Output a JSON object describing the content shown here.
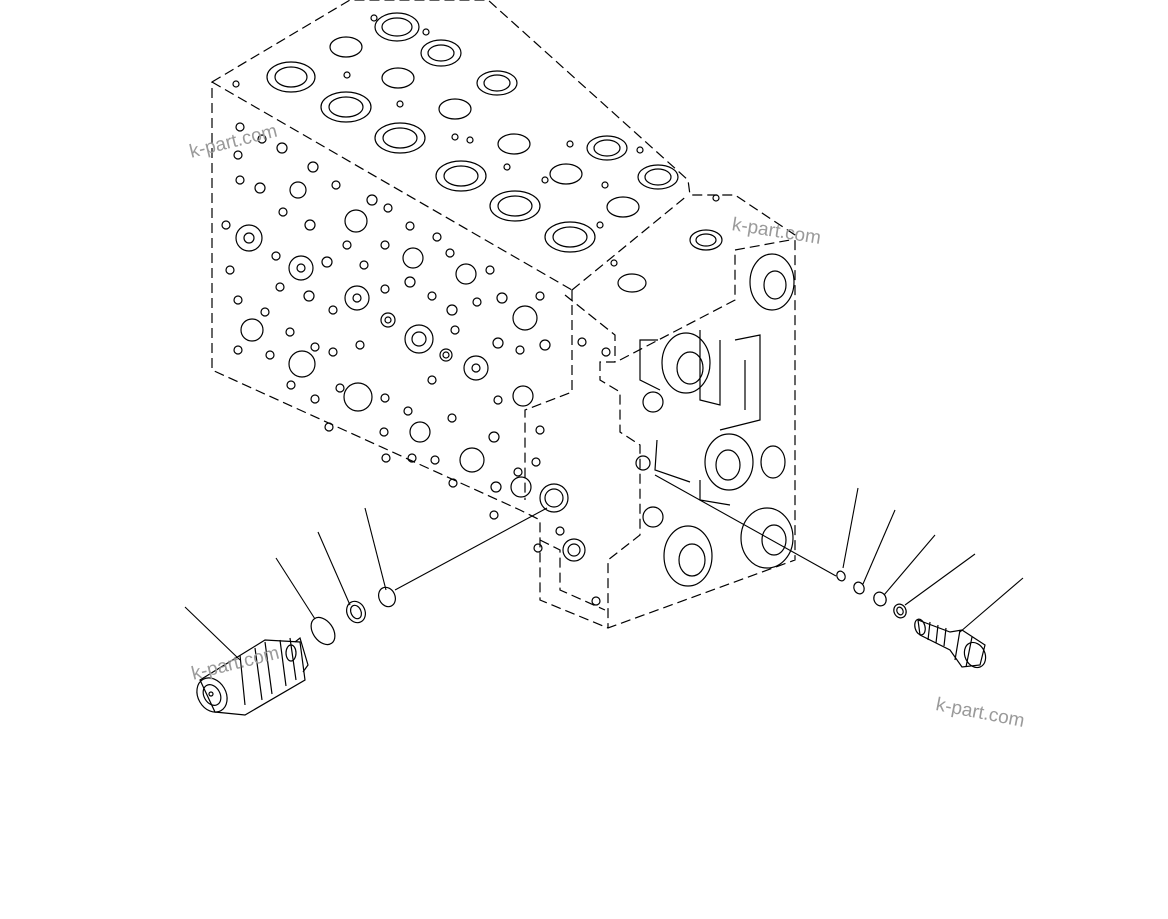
{
  "watermarks": [
    "k-part.com",
    "k-part.com",
    "k-part.com",
    "k-part.com"
  ],
  "colors": {
    "line": "#000000",
    "background": "#ffffff",
    "watermark": "#9a9a9a"
  }
}
